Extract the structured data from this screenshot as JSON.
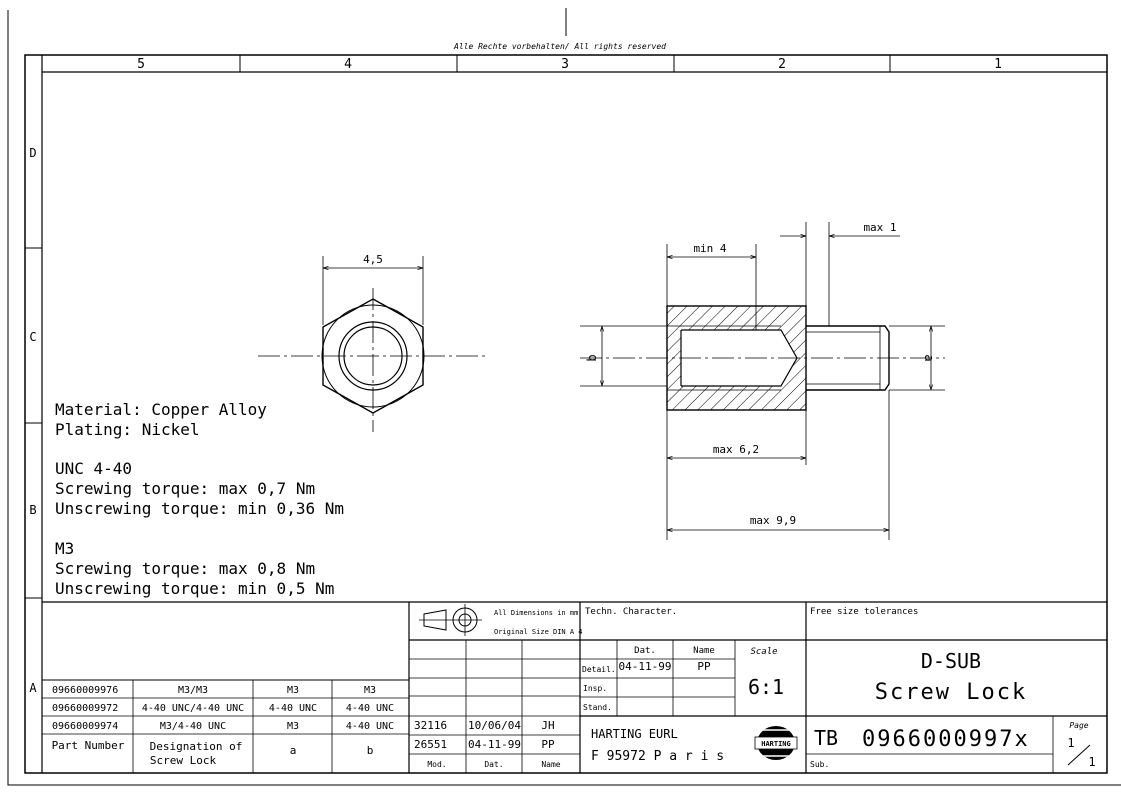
{
  "copyright": "Alle Rechte vorbehalten/ All rights reserved",
  "zones": {
    "columns": [
      "5",
      "4",
      "3",
      "2",
      "1"
    ],
    "rows": [
      "D",
      "C",
      "B",
      "A"
    ]
  },
  "dimensions": {
    "hex_width": "4,5",
    "min_4": "min 4",
    "max_1": "max 1",
    "max_6_2": "max 6,2",
    "max_9_9": "max 9,9",
    "b": "b",
    "a": "a"
  },
  "notes": [
    "Material: Copper Alloy",
    "Plating: Nickel",
    "",
    "UNC 4-40",
    "Screwing torque: max 0,7 Nm",
    "Unscrewing torque: min 0,36 Nm",
    "",
    "M3",
    "Screwing torque: max 0,8 Nm",
    "Unscrewing torque: min 0,5 Nm"
  ],
  "parts_table": {
    "header": {
      "part_number": "Part Number",
      "designation_1": "Designation of",
      "designation_2": "Screw Lock",
      "a": "a",
      "b": "b"
    },
    "rows": [
      {
        "part": "09660009976",
        "designation": "M3/M3",
        "a": "M3",
        "b": "M3"
      },
      {
        "part": "09660009972",
        "designation": "4-40 UNC/4-40 UNC",
        "a": "4-40 UNC",
        "b": "4-40 UNC"
      },
      {
        "part": "09660009974",
        "designation": "M3/4-40 UNC",
        "a": "M3",
        "b": "4-40 UNC"
      }
    ]
  },
  "title_block": {
    "all_dimensions": "All Dimensions in mm",
    "original_size": "Original Size DIN A 4",
    "techn_character": "Techn. Character.",
    "free_size_tolerances": "Free size tolerances",
    "dat": "Dat.",
    "name": "Name",
    "scale_label": "Scale",
    "scale_value": "6:1",
    "detail_label": "Detail.",
    "detail_date": "04-11-99",
    "detail_name": "PP",
    "insp_label": "Insp.",
    "stand_label": "Stand.",
    "title_line1": "D-SUB",
    "title_line2": "Screw Lock",
    "company_line1": "HARTING EURL",
    "company_line2": "F 95972  P a r i s",
    "logo_text": "HARTING",
    "doc_prefix": "TB",
    "doc_number": "0966000997x",
    "page_label": "Page",
    "page_num": "1",
    "page_total": "1",
    "sub_label": "Sub.",
    "mod_label": "Mod.",
    "mod_dat_label": "Dat.",
    "mod_name_label": "Name",
    "modifications": [
      {
        "mod": "32116",
        "dat": "10/06/04",
        "name": "JH"
      },
      {
        "mod": "26551",
        "dat": "04-11-99",
        "name": "PP"
      }
    ]
  }
}
